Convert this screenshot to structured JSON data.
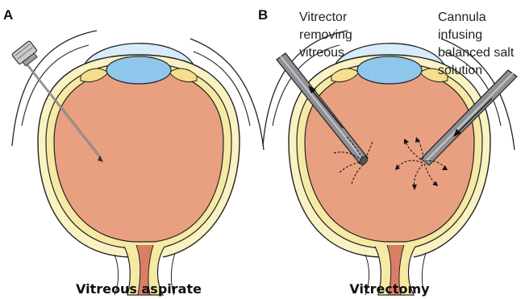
{
  "panels": [
    {
      "letter": "A",
      "caption": "Vitreous aspirate",
      "labels": []
    },
    {
      "letter": "B",
      "caption": "Vitrectomy",
      "labels": [
        {
          "lines": [
            "Vitrector",
            "removing",
            "vitreous"
          ]
        },
        {
          "lines": [
            "Cannula",
            "infusing",
            "balanced salt",
            "solution"
          ]
        }
      ]
    }
  ],
  "colors": {
    "vitreous_body": "#e8a080",
    "retina_choroid": "#f6e9a4",
    "cornea_lens": "#8fc7ec",
    "ciliary_body": "#f3df8c",
    "optic_nerve_core": "#d97f66",
    "instrument_steel": "#8e9093",
    "outline": "#222222"
  }
}
